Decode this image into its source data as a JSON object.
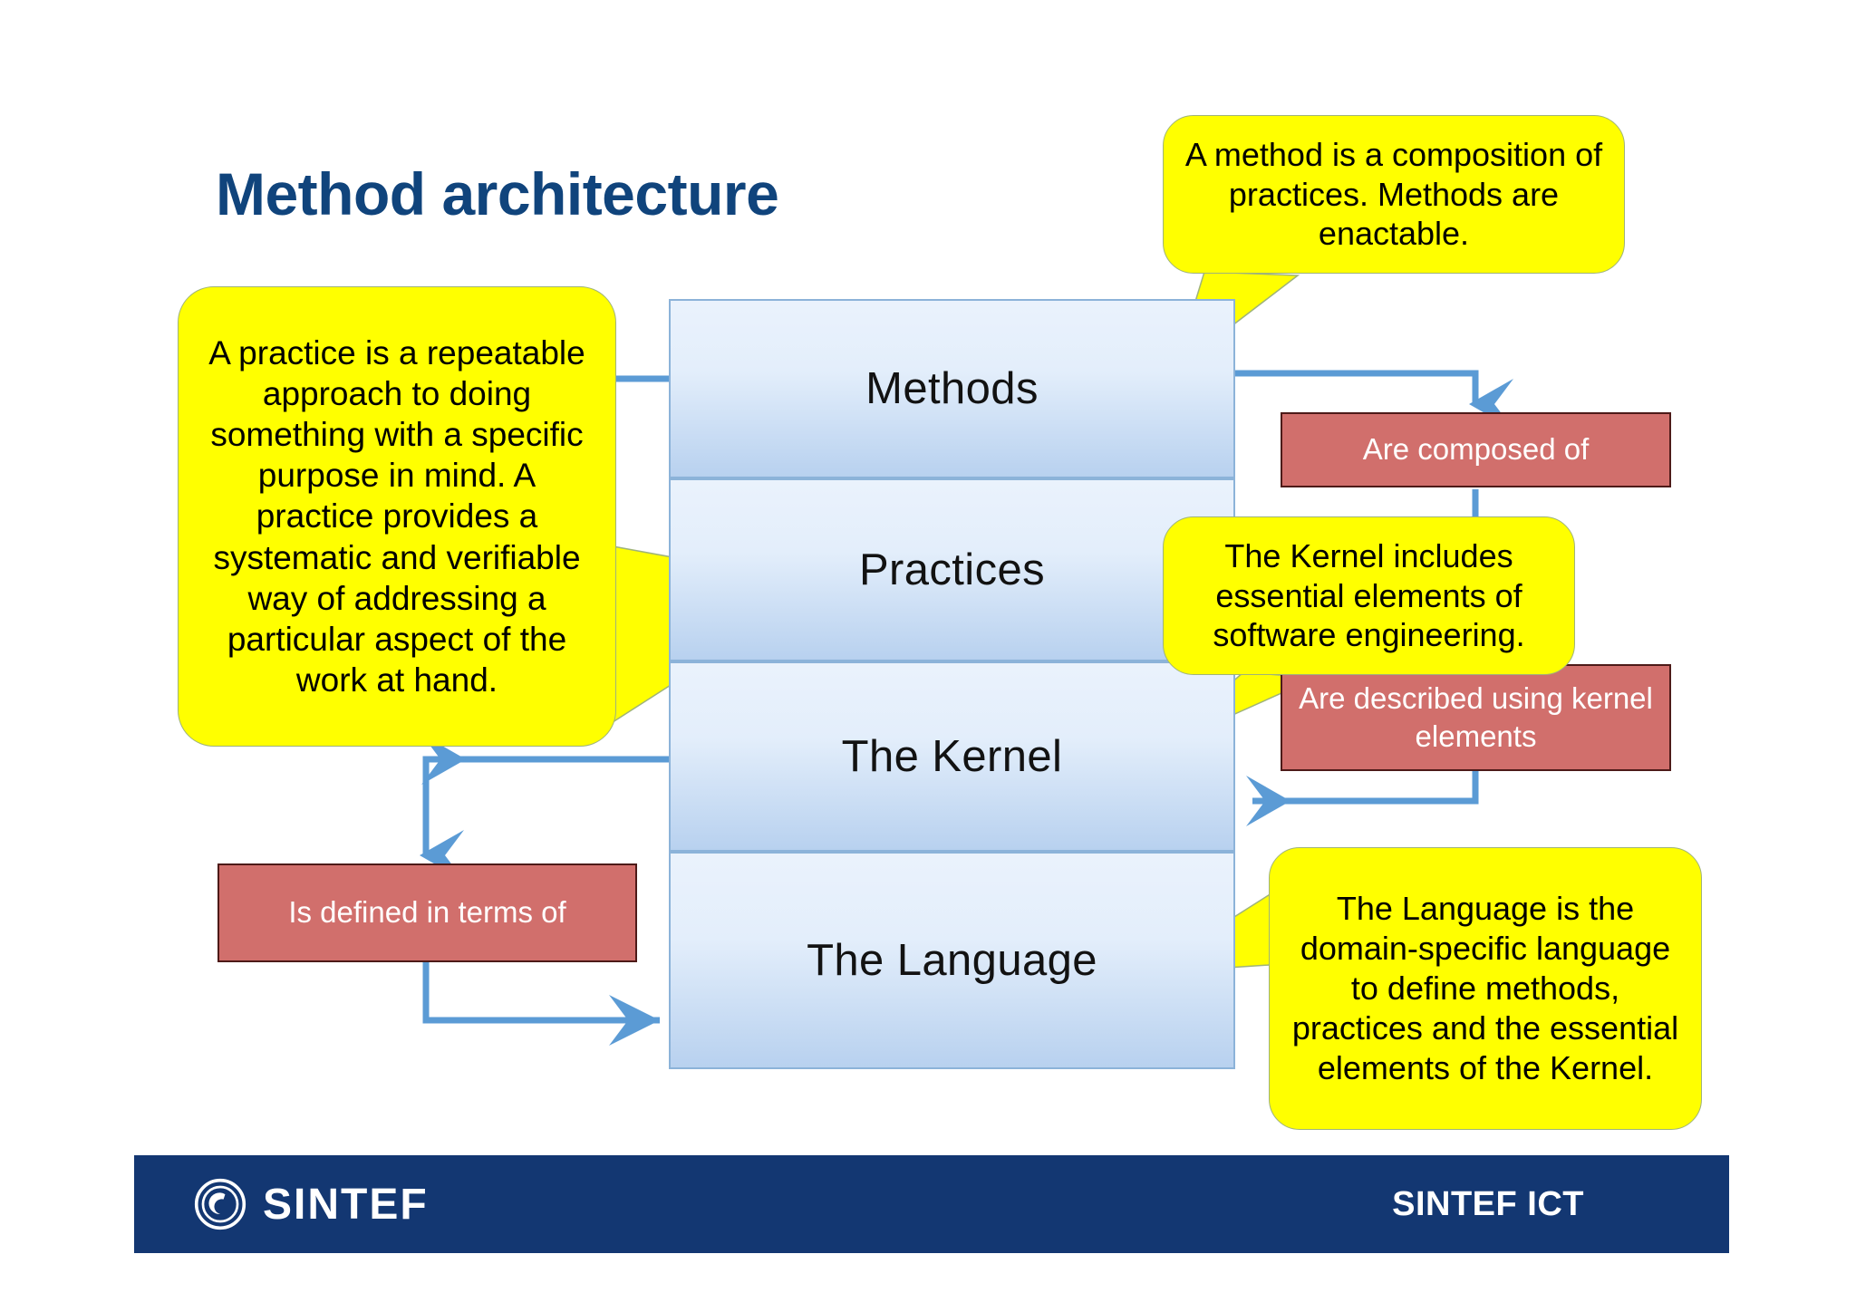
{
  "slide": {
    "title": "Method architecture",
    "title_color": "#10447c",
    "background": "#ffffff"
  },
  "stack": {
    "name": "method-architecture-stack",
    "layers": [
      {
        "id": "methods",
        "label": "Methods"
      },
      {
        "id": "practices",
        "label": "Practices"
      },
      {
        "id": "kernel",
        "label": "The Kernel"
      },
      {
        "id": "language",
        "label": "The Language"
      }
    ],
    "fill_top": "#eaf2fc",
    "fill_bottom": "#b8d1ef",
    "border": "#8cb3d9"
  },
  "relations": [
    {
      "id": "composed-of",
      "label": "Are composed of"
    },
    {
      "id": "described-using",
      "label": "Are described using kernel elements"
    },
    {
      "id": "defined-in-terms-of",
      "label": "Is defined in terms of"
    }
  ],
  "relation_style": {
    "fill": "#d16f6c",
    "border": "#4d1a18",
    "text": "#ffffff"
  },
  "callouts": [
    {
      "id": "method-callout",
      "text": "A method is a composition of practices. Methods are enactable."
    },
    {
      "id": "practice-callout",
      "text": "A practice is a repeatable approach to doing something with a specific purpose in mind. A practice provides a systematic and verifiable way of addressing a particular aspect of the work at hand."
    },
    {
      "id": "kernel-callout",
      "text": "The Kernel includes essential elements of software engineering."
    },
    {
      "id": "language-callout",
      "text": "The Language is the domain-specific language to define methods, practices and the essential elements of the Kernel."
    }
  ],
  "callout_style": {
    "fill": "#ffff00",
    "border": "#9fb37a",
    "text": "#000000"
  },
  "connector_color": "#5b9bd5",
  "footer": {
    "background": "#133772",
    "brand": "SINTEF",
    "unit": "SINTEF ICT",
    "logo_icon": "sintef-circle-logo"
  }
}
